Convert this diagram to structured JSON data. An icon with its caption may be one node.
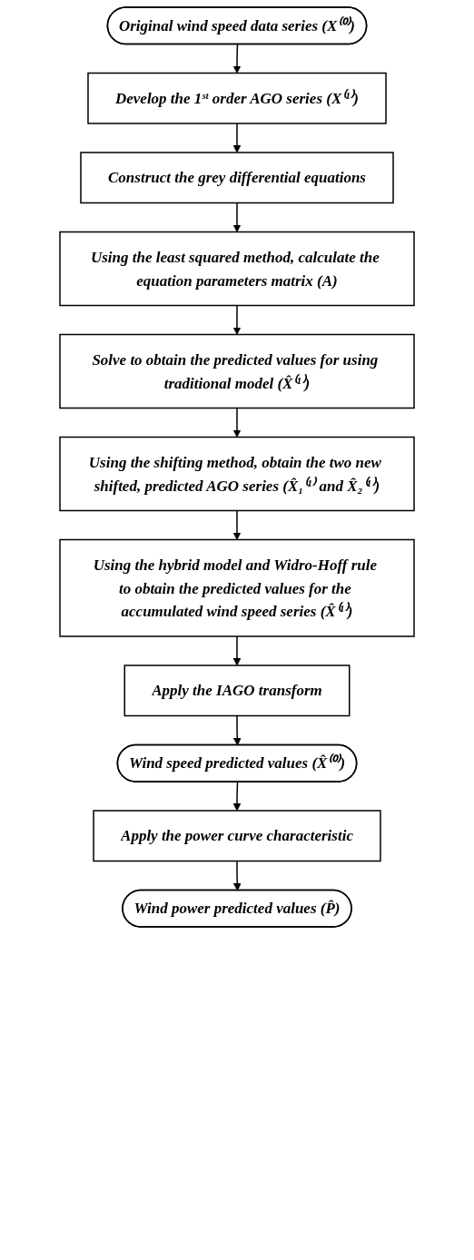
{
  "diagram": {
    "nodes": [
      {
        "text": [
          "Original wind speed data series (X⁽⁰⁾)"
        ]
      },
      {
        "text": [
          "Develop the 1ˢᵗ order AGO series (X⁽¹⁾)"
        ]
      },
      {
        "text": [
          "Construct the grey differential equations"
        ]
      },
      {
        "text": [
          "Using the least squared method, calculate the equation parameters matrix (A)"
        ]
      },
      {
        "text": [
          "Solve to obtain the predicted values for using traditional model (X̂⁽¹⁾)"
        ]
      },
      {
        "text": [
          "Using the shifting method, obtain the two new shifted, predicted AGO series (X̂₁⁽¹⁾ and X̂₂⁽¹⁾)"
        ]
      },
      {
        "text": [
          "Using the hybrid model and Widro-Hoff rule to obtain the predicted values for the accumulated wind speed series (X̂⁽¹⁾)"
        ]
      },
      {
        "text": [
          "Apply the IAGO transform"
        ]
      },
      {
        "text": [
          "Wind speed predicted values (X̂⁽⁰⁾)"
        ]
      },
      {
        "text": [
          "Apply the power curve characteristic"
        ]
      },
      {
        "text": [
          "Wind power predicted values (P̂)"
        ]
      }
    ],
    "edges": [
      {
        "from": 0,
        "to": 1,
        "arrow": "to"
      },
      {
        "from": 1,
        "to": 2,
        "arrow": "to"
      },
      {
        "from": 2,
        "to": 3,
        "arrow": "to"
      },
      {
        "from": 3,
        "to": 4,
        "arrow": "to"
      },
      {
        "from": 4,
        "to": 5,
        "arrow": "to"
      },
      {
        "from": 5,
        "to": 6,
        "arrow": "to"
      },
      {
        "from": 6,
        "to": 7,
        "arrow": "to"
      },
      {
        "from": 7,
        "to": 8,
        "arrow": "to"
      },
      {
        "from": 8,
        "to": 9,
        "arrow": "to"
      },
      {
        "from": 9,
        "to": 10,
        "arrow": "to"
      }
    ]
  }
}
